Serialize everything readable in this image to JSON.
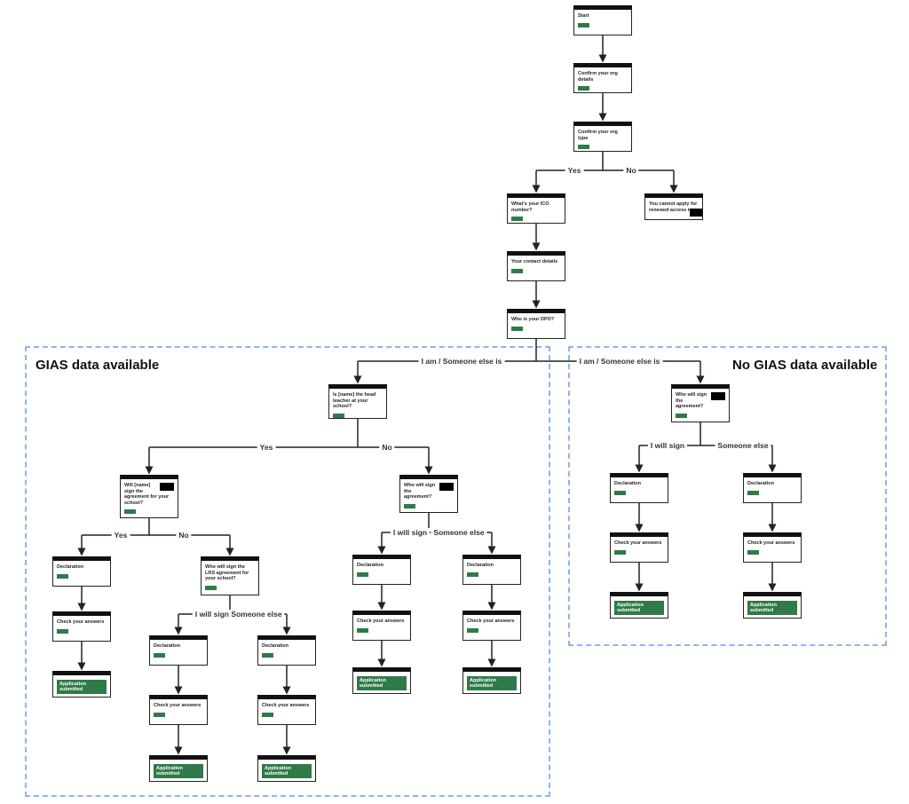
{
  "regions": {
    "left_title": "GIAS data available",
    "right_title": "No GIAS data available"
  },
  "nodes": {
    "start": "Start",
    "org_details": "Confirm your org details",
    "org_type": "Confirm your org type",
    "ico": "What's your ICO number?",
    "cannot_apply": "You cannot apply for renewed access to",
    "contact": "Your contact details",
    "dpo": "Who is your DPO?",
    "head_teacher": "Is [name] the head teacher at your school?",
    "will_name_sign": "Will [name] sign the agreement for your school?",
    "who_sign_a": "Who will sign the agreement?",
    "who_sign_lrs": "Who will sign the LRS agreement for your school?",
    "who_sign_b": "Who will sign the agreement?",
    "declaration": "Declaration",
    "check": "Check your answers",
    "submitted": "Application submitted"
  },
  "edge_labels": {
    "yes": "Yes",
    "no": "No",
    "i_am": "I am / Someone else is",
    "i_will_sign": "I will sign",
    "someone_else": "Someone else"
  },
  "colors": {
    "button": "#2f7a48",
    "region_border": "#8fb3f5"
  }
}
